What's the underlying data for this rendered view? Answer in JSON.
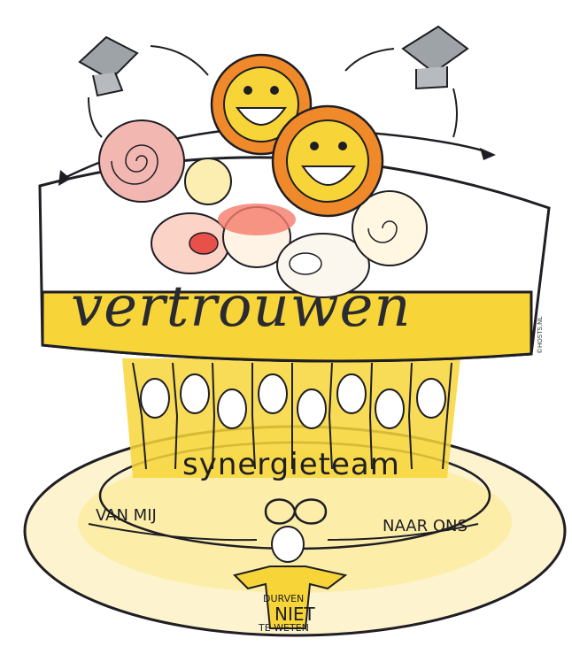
{
  "illustration": {
    "main_word": "vertrouwen",
    "team_word": "synergieteam",
    "left_label": "VAN MIJ",
    "right_label": "NAAR ONS",
    "figure_caption_line1": "DURVEN",
    "figure_caption_line2": "NIET",
    "figure_caption_line3": "TE WETEN",
    "credit": "©HOSTS.NL"
  },
  "colors": {
    "ink": "#1e1e24",
    "yellow": "#f7d538",
    "orange": "#f0892a",
    "red": "#e8504a",
    "grey": "#9ea3a8",
    "pale_yellow": "#fbeeb0"
  }
}
